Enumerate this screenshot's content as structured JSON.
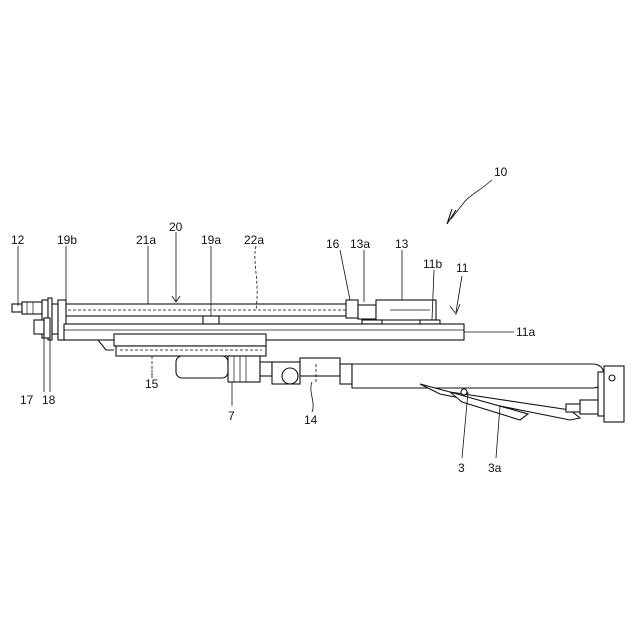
{
  "figure": {
    "ref_numerals": {
      "ref_10": "10",
      "ref_12": "12",
      "ref_19b": "19b",
      "ref_21a": "21a",
      "ref_20": "20",
      "ref_19a": "19a",
      "ref_22a": "22a",
      "ref_16": "16",
      "ref_13a": "13a",
      "ref_13": "13",
      "ref_11b": "11b",
      "ref_11": "11",
      "ref_11a": "11a",
      "ref_15": "15",
      "ref_7": "7",
      "ref_14": "14",
      "ref_17": "17",
      "ref_18": "18",
      "ref_3": "3",
      "ref_3a": "3a"
    }
  }
}
